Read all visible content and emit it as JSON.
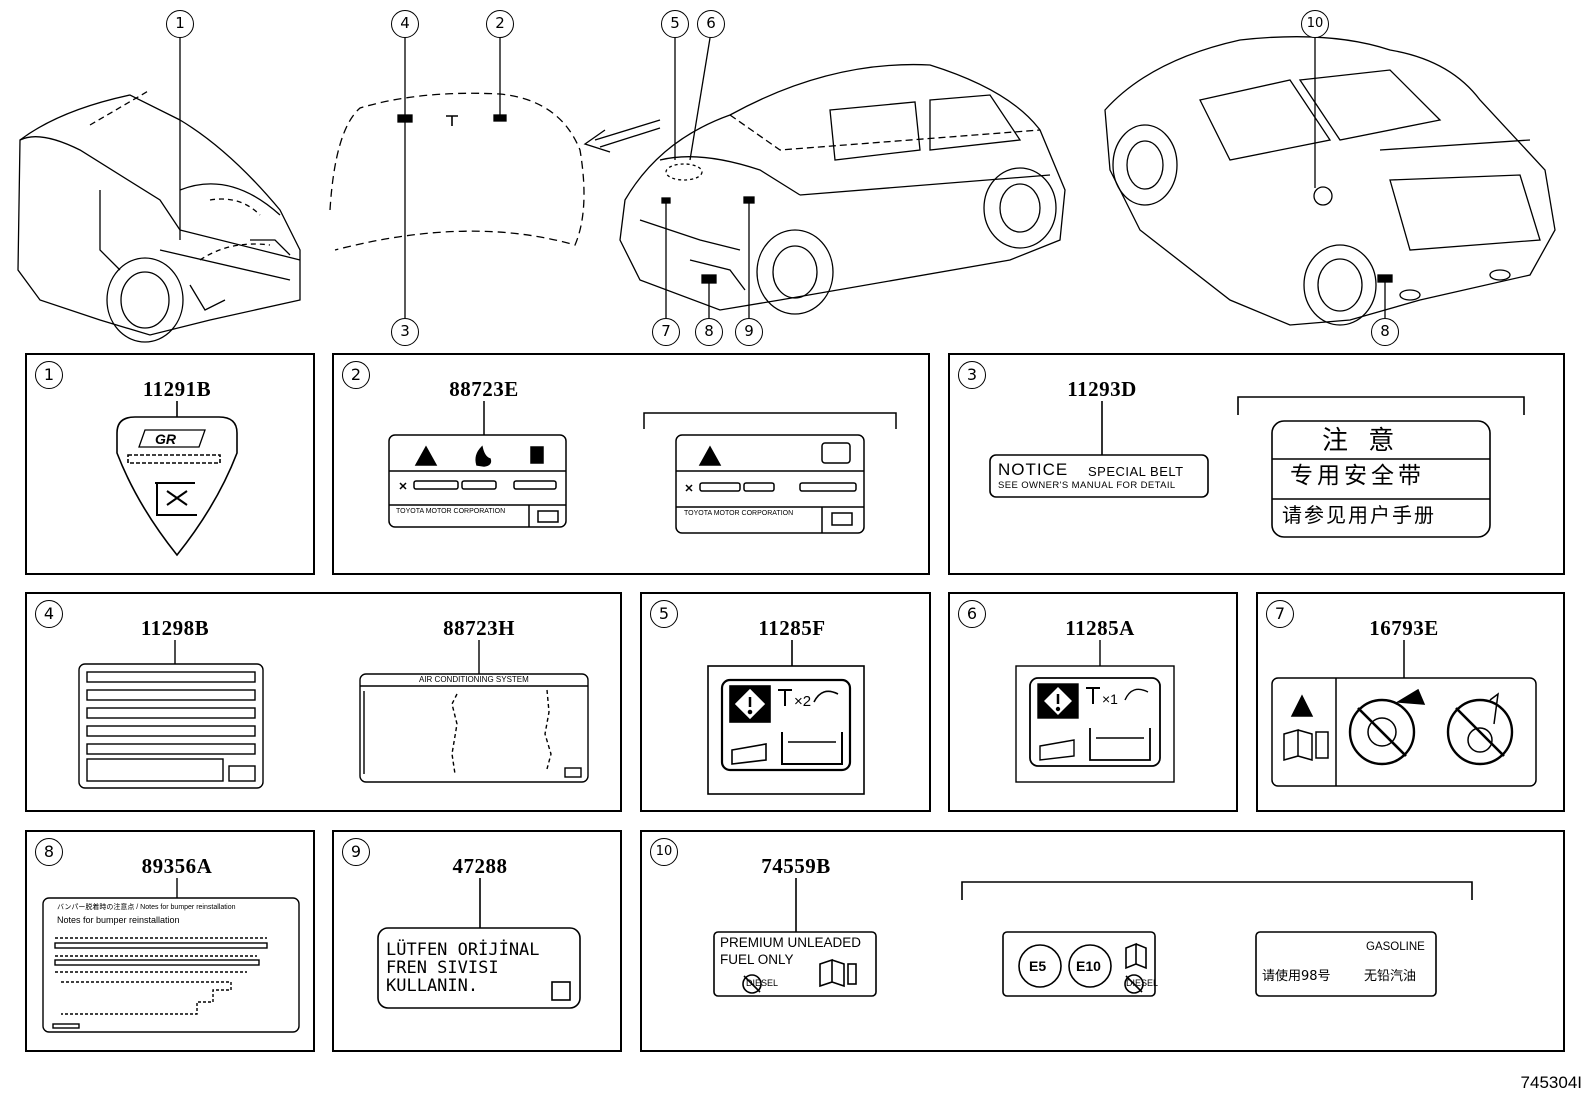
{
  "reference": "745304I",
  "callouts": [
    "1",
    "2",
    "3",
    "4",
    "5",
    "6",
    "7",
    "8",
    "9",
    "10",
    "8"
  ],
  "panels": [
    {
      "num": "1",
      "codes": [
        "11291B"
      ]
    },
    {
      "num": "2",
      "codes": [
        "88723E"
      ]
    },
    {
      "num": "3",
      "codes": [
        "11293D"
      ]
    },
    {
      "num": "4",
      "codes": [
        "11298B",
        "88723H"
      ]
    },
    {
      "num": "5",
      "codes": [
        "11285F"
      ]
    },
    {
      "num": "6",
      "codes": [
        "11285A"
      ]
    },
    {
      "num": "7",
      "codes": [
        "16793E"
      ]
    },
    {
      "num": "8",
      "codes": [
        "89356A"
      ]
    },
    {
      "num": "9",
      "codes": [
        "47288"
      ]
    },
    {
      "num": "10",
      "codes": [
        "74559B"
      ]
    }
  ],
  "labels": {
    "gr_badge": "GR",
    "notice_title": "NOTICE",
    "notice_sub": "SPECIAL BELT",
    "notice_line2": "SEE OWNER'S MANUAL FOR DETAIL",
    "cn_line1": "注 意",
    "cn_line2": "专用安全带",
    "cn_line3": "请参见用户手册",
    "ac_title": "AIR CONDITIONING SYSTEM",
    "toyota_line": "TOYOTA MOTOR CORPORATION",
    "x2": "×2",
    "x1": "×1",
    "bumper_title": "バンパー脱着時の注意点 / Notes for bumper reinstallation",
    "bumper_line": "Notes for bumper reinstallation",
    "turkish_1": "LÜTFEN ORİJİNAL",
    "turkish_2": "FREN SIVISI",
    "turkish_3": "KULLANIN.",
    "premium_1": "PREMIUM UNLEADED",
    "premium_2": "FUEL ONLY",
    "diesel": "DIESEL",
    "e5": "E5",
    "e10": "E10",
    "gasoline": "GASOLINE",
    "cn_fuel_1": "请使用98号",
    "cn_fuel_2": "无铅汽油"
  }
}
